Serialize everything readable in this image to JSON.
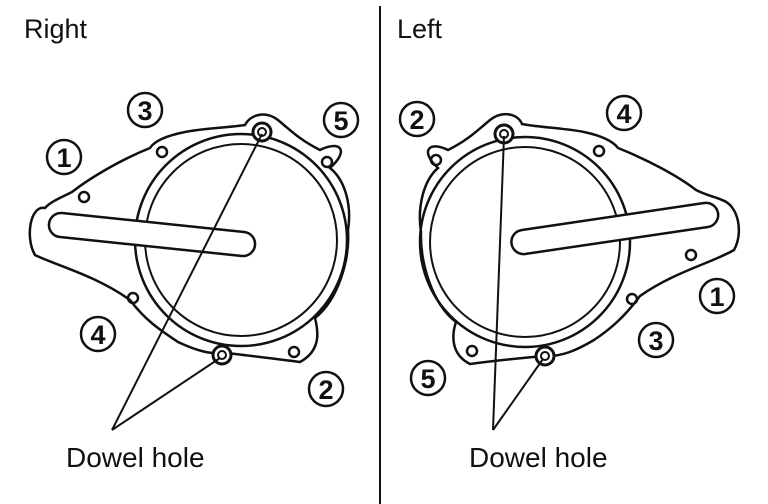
{
  "panels": {
    "right": {
      "title": "Right",
      "callout": "Dowel hole",
      "bolt_numbers": [
        "1",
        "3",
        "5",
        "4",
        "2"
      ]
    },
    "left": {
      "title": "Left",
      "callout": "Dowel hole",
      "bolt_numbers": [
        "2",
        "4",
        "1",
        "3",
        "5"
      ]
    }
  },
  "colors": {
    "line": "#111111",
    "background": "#ffffff"
  }
}
